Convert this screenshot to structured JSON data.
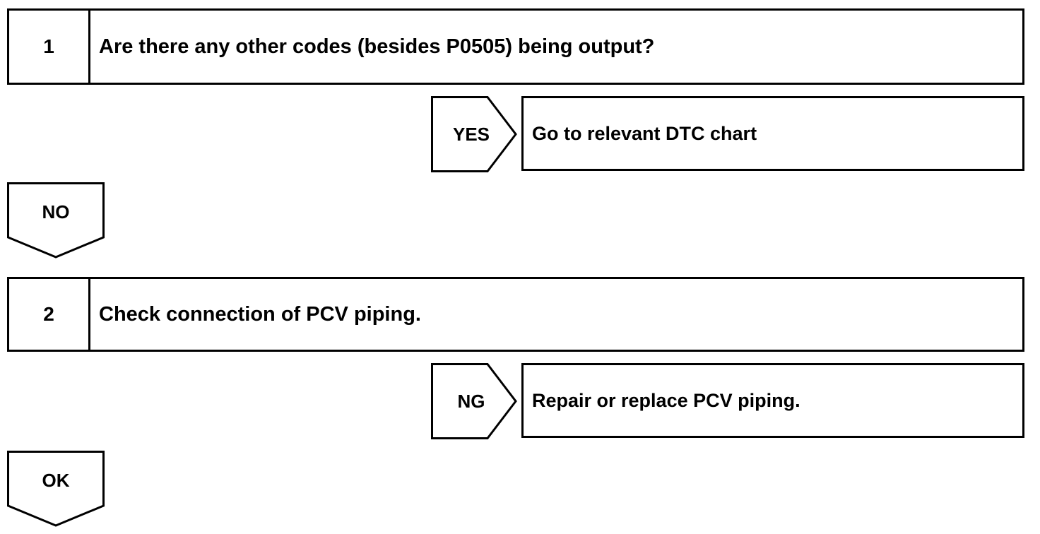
{
  "steps": [
    {
      "number": "1",
      "text": "Are there any other codes (besides P0505) being output?"
    },
    {
      "number": "2",
      "text": "Check connection of PCV piping."
    }
  ],
  "branches": [
    {
      "label": "YES",
      "result": "Go to relevant DTC chart"
    },
    {
      "label": "NG",
      "result": "Repair or replace PCV piping."
    }
  ],
  "flows": [
    {
      "label": "NO"
    },
    {
      "label": "OK"
    }
  ]
}
